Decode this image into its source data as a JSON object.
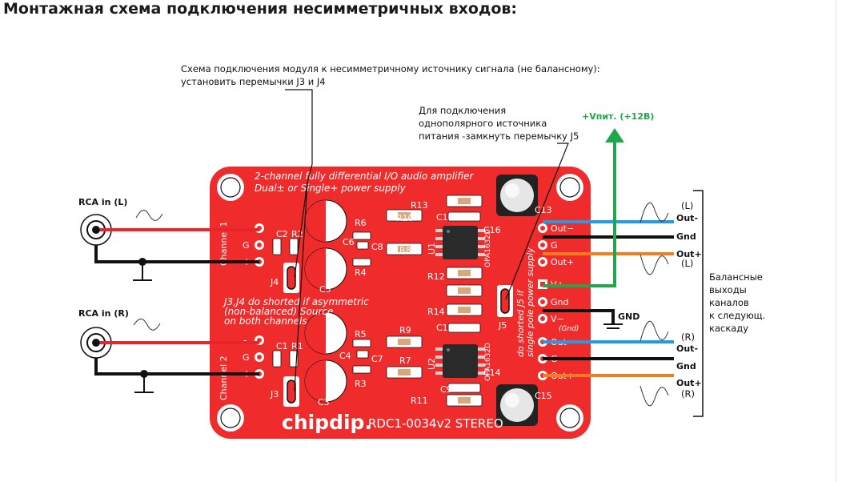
{
  "title": "Монтажная схема подключения несимметричных входов:",
  "annotations": {
    "unbalanced_line1": "Схема подключения модуля к несимметричному источнику сигнала (не балансному):",
    "unbalanced_line2": "установить перемычки J3 и J4",
    "single_line1": "Для подключения",
    "single_line2": "однополярного источника",
    "single_line3": "питания -замкнуть перемычку J5",
    "vplus_supply": "+Vпит. (+12В)",
    "gnd": "GND",
    "balanced_1": "Балансные",
    "balanced_2": "выходы",
    "balanced_3": "каналов",
    "balanced_4": "к следующ.",
    "balanced_5": "каскаду"
  },
  "inputs": {
    "rca_left": "RCA in (L)",
    "rca_right": "RCA in (R)"
  },
  "outputs": {
    "left_tag_top": "(L)",
    "left_outminus": "Out-",
    "left_gnd": "Gnd",
    "left_outplus": "Out+",
    "left_tag_bottom": "(L)",
    "right_tag_top": "(R)",
    "right_outminus": "Out-",
    "right_gnd": "Gnd",
    "right_outplus": "Out+",
    "right_tag_bottom": "(R)"
  },
  "board": {
    "header1": "2-channel fully differential I/O audio amplifier",
    "header2": "Dual± or Single+ power supply",
    "channel1": "Channel 1",
    "channel2": "Channel 2",
    "jumper_note1": "J3,J4 do shorted if asymmetric",
    "jumper_note2": "(non-balanced) Source",
    "jumper_note3": "on both channels",
    "j5_note1": "do shorted J5 if",
    "j5_note2": "single pole power supply",
    "brand": "chipdip.",
    "model": "RDC1-0034v2 STEREO",
    "ic_part": "OPA1632D",
    "pin_in_minus": "-",
    "pin_g": "G",
    "pin_in_plus": "+",
    "pin_outminus": "Out−",
    "pin_outg": "G",
    "pin_outplus": "Out+",
    "pin_vplus": "V+",
    "pin_gnd": "Gnd",
    "pin_vminus": "V−",
    "pin_vminus_sub": "(Gnd)",
    "ref": {
      "R1": "R1",
      "R2": "R2",
      "R3": "R3",
      "R4": "R4",
      "R5": "R5",
      "R6": "R6",
      "R7": "R7",
      "R8": "R8",
      "R9": "R9",
      "R10": "R10",
      "R11": "R11",
      "R12": "R12",
      "R13": "R13",
      "R14": "R14",
      "C1": "C1",
      "C2": "C2",
      "C3": "C3",
      "C4": "C4",
      "C5": "C5",
      "C6": "C6",
      "C7": "C7",
      "C8": "C8",
      "C9": "C9",
      "C10": "C10",
      "C12": "C12",
      "C13": "C13",
      "C14": "C14",
      "C15": "C15",
      "C16": "C16",
      "U1": "U1",
      "U2": "U2",
      "J3": "J3",
      "J4": "J4",
      "J5": "J5"
    }
  },
  "colors": {
    "board": "#ef2b2b",
    "hot_wire": "#e8252b",
    "ground_wire": "#111111",
    "out_minus_wire": "#1f9be8",
    "out_plus_wire": "#f07d1e",
    "supply_arrow": "#1fa84a"
  }
}
